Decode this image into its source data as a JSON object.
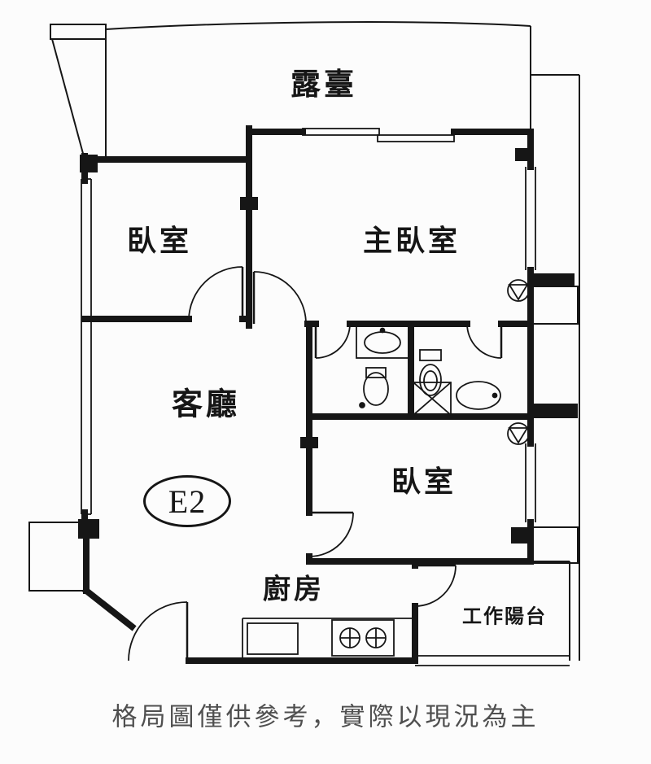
{
  "colors": {
    "paper": "#fcfcfc",
    "ink": "#161616",
    "caption_text": "#4f4f4f"
  },
  "floorplan": {
    "unit_label": "E2",
    "rooms": [
      {
        "id": "terrace",
        "label": "露臺"
      },
      {
        "id": "bedroom-left",
        "label": "臥室"
      },
      {
        "id": "master-bedroom",
        "label": "主臥室"
      },
      {
        "id": "living-room",
        "label": "客廳"
      },
      {
        "id": "bedroom-right",
        "label": "臥室"
      },
      {
        "id": "kitchen",
        "label": "廚房"
      },
      {
        "id": "work-balcony",
        "label": "工作陽台"
      }
    ],
    "fixtures": [
      "washbasin",
      "pedestal-basin",
      "toilet",
      "shower-pan",
      "oval-basin",
      "gas-stove",
      "exhaust-fan"
    ],
    "caption": "格局圖僅供參考，實際以現況為主"
  }
}
